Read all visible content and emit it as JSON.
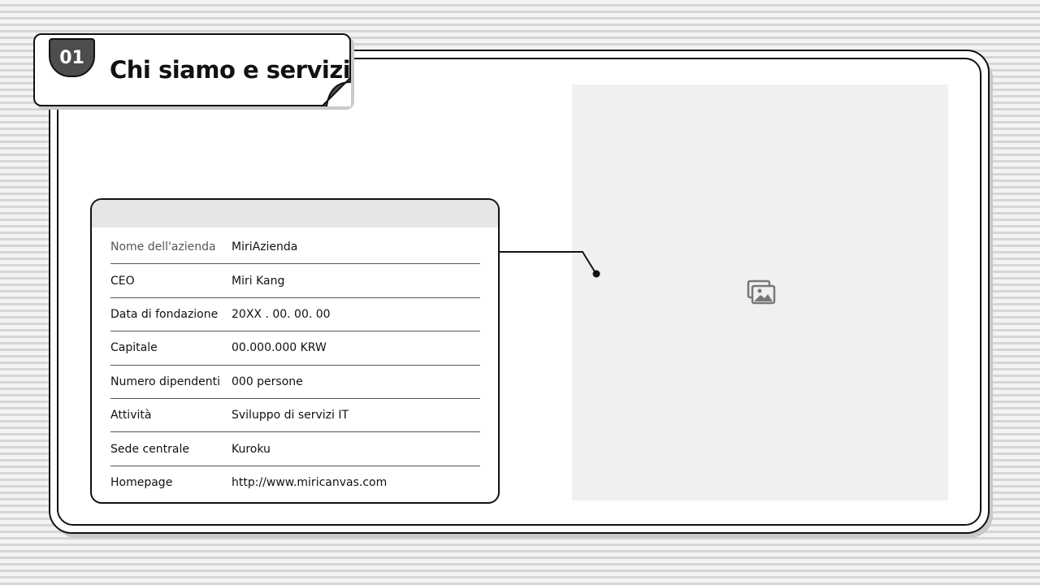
{
  "header": {
    "number": "01",
    "title": "Chi siamo e servizi"
  },
  "company_info": {
    "rows": [
      {
        "label": "Nome dell'azienda",
        "value": "MiriAzienda"
      },
      {
        "label": "CEO",
        "value": "Miri Kang"
      },
      {
        "label": "Data di fondazione",
        "value": "20XX . 00. 00. 00"
      },
      {
        "label": "Capitale",
        "value": "00.000.000 KRW"
      },
      {
        "label": "Numero dipendenti",
        "value": "000 persone"
      },
      {
        "label": "Attività",
        "value": "Sviluppo di servizi IT"
      },
      {
        "label": "Sede centrale",
        "value": "Kuroku"
      },
      {
        "label": "Homepage",
        "value": "http://www.miricanvas.com"
      }
    ]
  },
  "image_placeholder": {
    "icon": "image-icon"
  },
  "colors": {
    "accent": "#4d4d4d",
    "outline": "#111111",
    "card_header": "#e6e6e6",
    "placeholder": "#f0f0f0"
  }
}
